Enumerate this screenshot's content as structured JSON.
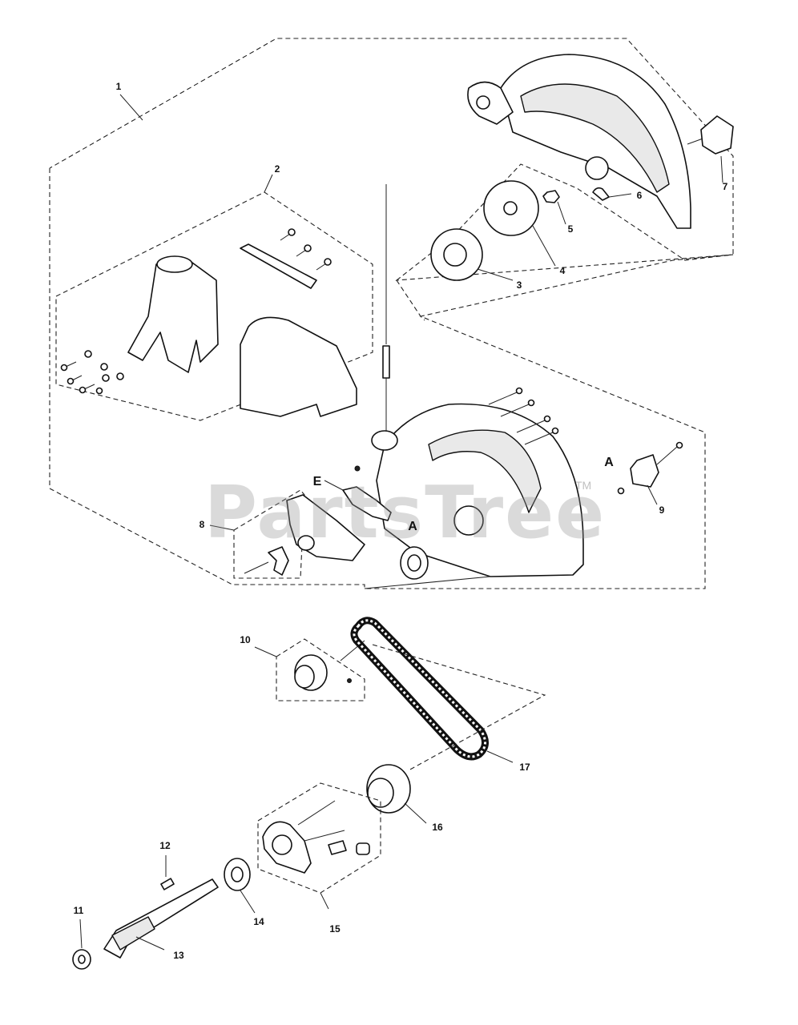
{
  "diagram": {
    "callouts": [
      "1",
      "2",
      "3",
      "4",
      "5",
      "6",
      "7",
      "8",
      "9",
      "10",
      "11",
      "12",
      "13",
      "14",
      "15",
      "16",
      "17"
    ],
    "letter_callouts": [
      "E",
      "A",
      "A"
    ]
  },
  "watermark": {
    "text": "PartsTree",
    "mark": "TM"
  }
}
